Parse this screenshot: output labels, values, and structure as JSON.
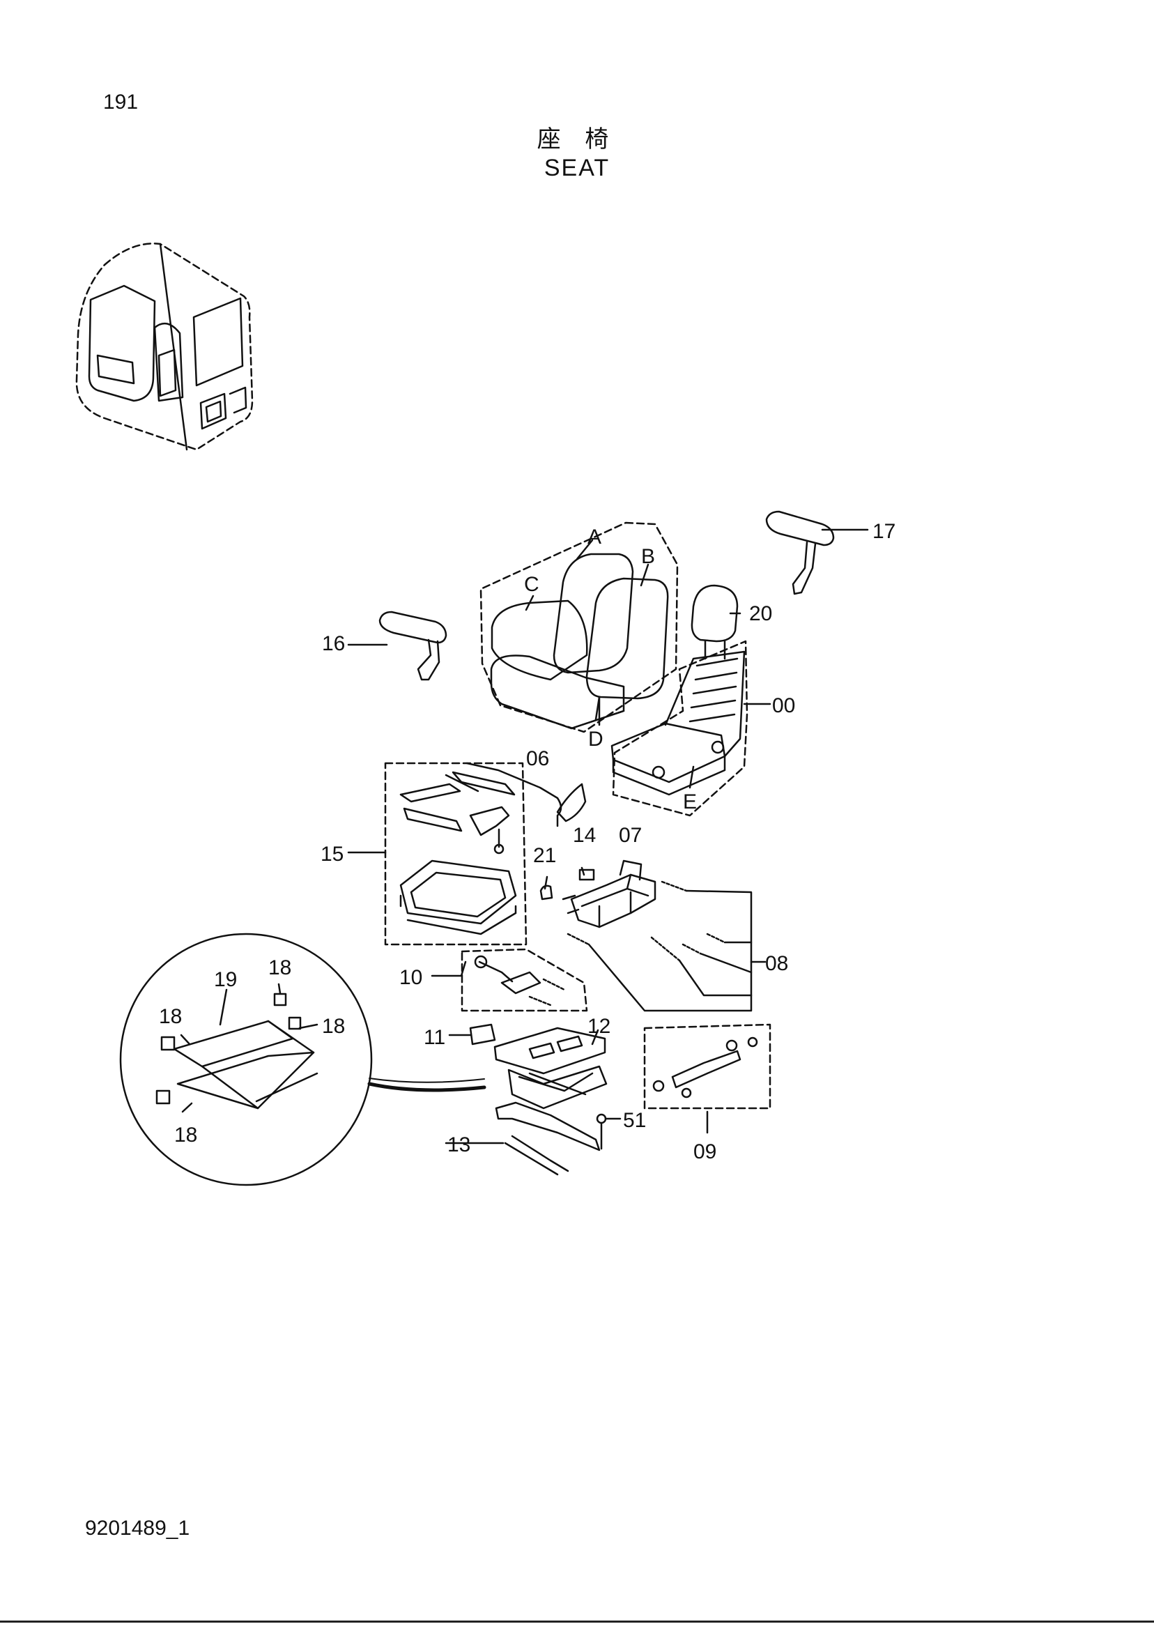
{
  "page": {
    "page_number": "191",
    "title_jp": "座 椅",
    "title_en": "SEAT",
    "document_code": "9201489_1"
  },
  "callouts": {
    "a": "A",
    "b": "B",
    "c": "C",
    "d": "D",
    "e": "E",
    "c00": "00",
    "c06": "06",
    "c07": "07",
    "c08": "08",
    "c09": "09",
    "c10": "10",
    "c11": "11",
    "c12": "12",
    "c13": "13",
    "c14": "14",
    "c15": "15",
    "c16": "16",
    "c17": "17",
    "c18a": "18",
    "c18b": "18",
    "c18c": "18",
    "c18d": "18",
    "c19": "19",
    "c20": "20",
    "c21": "21",
    "c51": "51"
  },
  "colors": {
    "line": "#111111",
    "background": "#ffffff"
  }
}
